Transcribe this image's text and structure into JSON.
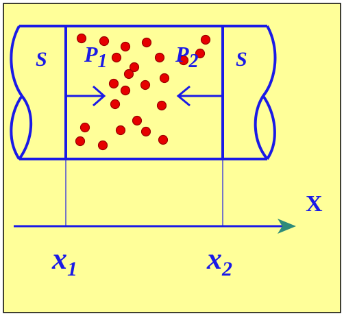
{
  "colors": {
    "background": "#FFFF99",
    "frame": "#000000",
    "pipe": "#1A1AE6",
    "particle_fill": "#E60000",
    "particle_stroke": "#990000",
    "label": "#1A1AE6",
    "axis_arrowhead": "#2E8B7A",
    "axis_letter": "#1A1AE6"
  },
  "labels": {
    "area_left": "S",
    "area_right": "S",
    "pressure_left_base": "P",
    "pressure_left_sub": "1",
    "pressure_right_base": "P",
    "pressure_right_sub": "2",
    "axis": "X",
    "x1_base": "x",
    "x1_sub": "1",
    "x2_base": "x",
    "x2_sub": "2"
  },
  "particles": {
    "count": 24,
    "color": "red"
  }
}
